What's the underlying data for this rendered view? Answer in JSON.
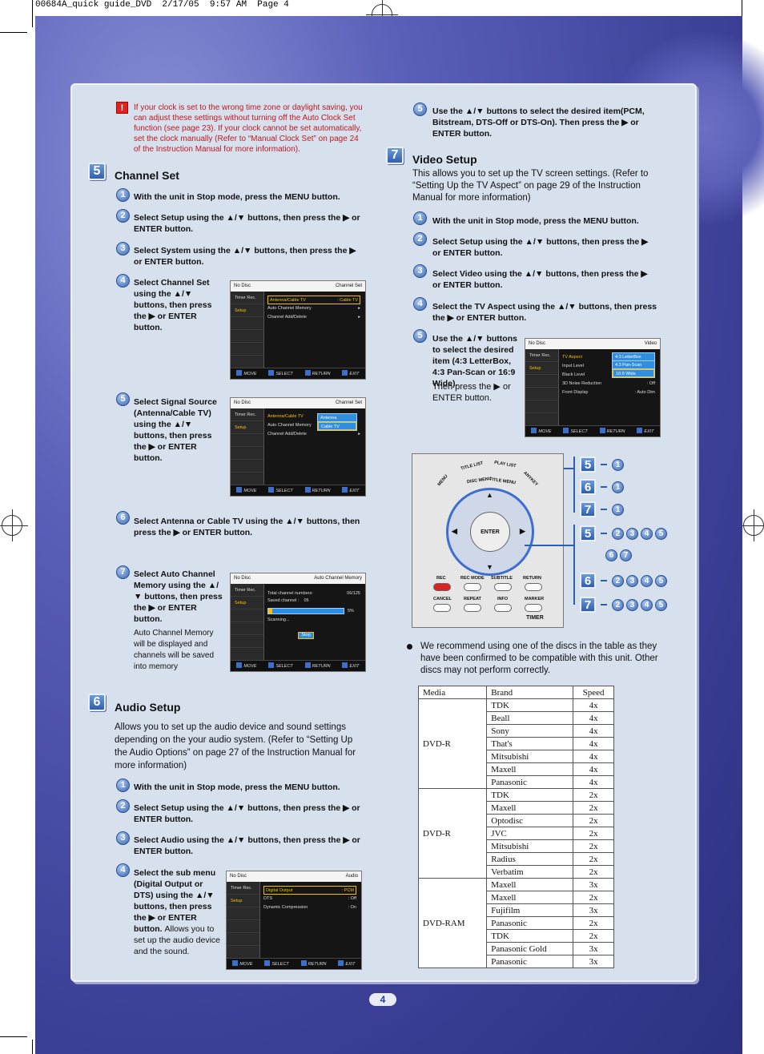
{
  "slug": "00684A_quick guide_DVD  2/17/05  9:57 AM  Page 4",
  "page_number": "4",
  "note": "If your clock is set to the wrong time zone or daylight saving, you can adjust these settings without turning off the Auto Clock Set function (see page 23). If your clock cannot be set automatically, set the clock manually (Refer to “Manual Clock Set” on page 24 of the Instruction Manual for more information).",
  "channel_set": {
    "num": "5",
    "title": "Channel Set",
    "steps": [
      {
        "n": "1",
        "text": "With the unit in Stop mode, press the MENU button."
      },
      {
        "n": "2",
        "text": "Select Setup using the ▲/▼ buttons, then press the ▶ or ENTER button."
      },
      {
        "n": "3",
        "text": "Select System using the ▲/▼ buttons, then press the ▶ or ENTER button."
      },
      {
        "n": "4",
        "text": "Select Channel Set using the ▲/▼ buttons, then press the ▶ or ENTER button."
      },
      {
        "n": "5",
        "text": "Select Signal Source (Antenna/Cable TV) using the ▲/▼ buttons, then press the ▶ or ENTER button."
      },
      {
        "n": "6",
        "text": "Select Antenna or Cable TV using the ▲/▼ buttons, then press the ▶ or ENTER button."
      },
      {
        "n": "7",
        "text": "Select Auto Channel Memory using the ▲/▼ buttons, then press the ▶ or ENTER button."
      }
    ],
    "auto_note": "Auto Channel Memory will be displayed and channels will be saved into memory"
  },
  "audio_setup": {
    "num": "6",
    "title": "Audio Setup",
    "intro": "Allows you to set up the audio device and sound settings depending on the your audio system. (Refer to “Setting Up the Audio Options” on page 27 of the Instruction Manual for more information)",
    "steps": [
      {
        "n": "1",
        "text": "With the unit in Stop mode, press the MENU button."
      },
      {
        "n": "2",
        "text": "Select Setup using the ▲/▼ buttons, then press the ▶ or ENTER button."
      },
      {
        "n": "3",
        "text": "Select Audio using the ▲/▼ buttons, then press the ▶ or ENTER button."
      },
      {
        "n": "4",
        "text": "Select the sub menu (Digital Output or DTS) using the ▲/▼ buttons, then press the ▶ or ENTER button."
      }
    ],
    "step4_tail": "Allows you to set up the audio device and the sound.",
    "step5": {
      "n": "5",
      "text": "Use the ▲/▼ buttons to select the desired item(PCM, Bitstream, DTS-Off or DTS-On). Then press the ▶ or ENTER button."
    }
  },
  "video_setup": {
    "num": "7",
    "title": "Video Setup",
    "intro": "This allows you to set up the TV screen settings. (Refer to “Setting Up the TV Aspect” on page 29 of the Instruction Manual for more information)",
    "steps": [
      {
        "n": "1",
        "text": "With the unit in Stop mode, press the MENU button."
      },
      {
        "n": "2",
        "text": "Select Setup using the ▲/▼ buttons, then press the ▶ or ENTER button."
      },
      {
        "n": "3",
        "text": "Select Video using the ▲/▼ buttons, then press the ▶ or ENTER button."
      },
      {
        "n": "4",
        "text": "Select the TV Aspect using the ▲/▼ buttons, then press the ▶ or ENTER button."
      },
      {
        "n": "5",
        "text": "Use the ▲/▼ buttons to select the desired item (4:3 LetterBox, 4:3 Pan-Scan or 16:9 Wide)."
      }
    ],
    "step5_tail": "Then press the ▶ or ENTER button."
  },
  "osd_common": {
    "no_disc": "No Disc",
    "timer": "Timer Rec.",
    "setup": "Setup",
    "move": "MOVE",
    "select": "SELECT",
    "return": "RETURN",
    "exit": "EXIT"
  },
  "osd_channel1": {
    "title": "Channel Set",
    "rows": [
      "Antenna/Cable TV",
      "Auto Channel Memory",
      "Channel Add/Delete"
    ],
    "value": ": Cable TV"
  },
  "osd_channel2": {
    "title": "Channel Set",
    "rows": [
      "Antenna/Cable TV",
      "Auto Channel Memory",
      "Channel Add/Delete"
    ],
    "options": [
      "Antenna",
      "Cable TV"
    ]
  },
  "osd_auto": {
    "title": "Auto Channel Memory",
    "total": "Total channel numbers:",
    "total_val": "06/125",
    "saved": "Saved channel :",
    "saved_val": "05",
    "percent": "5%",
    "percent_value": 5,
    "scanning": "Scanning...",
    "stop": "Stop"
  },
  "osd_audio": {
    "title": "Audio",
    "rows": [
      "Digital Output",
      "DTS",
      "Dynamic Compression"
    ],
    "values": [
      ": PCM",
      ": Off",
      ": On"
    ]
  },
  "osd_video": {
    "title": "Video",
    "rows": [
      "TV Aspect",
      "Input Level",
      "Black Level",
      "3D Noise Reduction",
      "Front Display"
    ],
    "values": [
      "",
      "",
      "",
      ": Off",
      ": Auto Dim"
    ],
    "options": [
      "4:3 LetterBox",
      "4:3 Pan-Scan",
      "16:9 Wide"
    ]
  },
  "remote": {
    "title_list": "TITLE LIST",
    "play_list": "PLAY LIST",
    "menu": "MENU",
    "disc_menu": "DISC MENU",
    "title_menu": "TITLE MENU",
    "anykey": "ANYKEY",
    "enter": "ENTER",
    "rec": "REC",
    "rec_mode": "REC MODE",
    "subtitle": "SUBTITLE",
    "return": "RETURN",
    "cancel": "CANCEL",
    "repeat": "REPEAT",
    "info": "INFO",
    "marker": "MARKER",
    "timer": "TIMER"
  },
  "sequences": [
    {
      "big": "5",
      "steps": [
        "1"
      ]
    },
    {
      "big": "6",
      "steps": [
        "1"
      ]
    },
    {
      "big": "7",
      "steps": [
        "1"
      ]
    },
    {
      "big": "5",
      "steps": [
        "2",
        "3",
        "4",
        "5"
      ]
    },
    {
      "big": "",
      "steps": [
        "6",
        "7"
      ]
    },
    {
      "big": "6",
      "steps": [
        "2",
        "3",
        "4",
        "5"
      ]
    },
    {
      "big": "7",
      "steps": [
        "2",
        "3",
        "4",
        "5"
      ]
    }
  ],
  "recommend": "We recommend using one of the discs in the table as they have been confirmed to be compatible with this unit. Other discs may not perform correctly.",
  "disc_table": {
    "headers": [
      "Media",
      "Brand",
      "Speed"
    ],
    "groups": [
      {
        "media": "DVD-R",
        "rows": [
          [
            "TDK",
            "4x"
          ],
          [
            "Beall",
            "4x"
          ],
          [
            "Sony",
            "4x"
          ],
          [
            "That's",
            "4x"
          ],
          [
            "Mitsubishi",
            "4x"
          ],
          [
            "Maxell",
            "4x"
          ],
          [
            "Panasonic",
            "4x"
          ]
        ]
      },
      {
        "media": "DVD-R",
        "rows": [
          [
            "TDK",
            "2x"
          ],
          [
            "Maxell",
            "2x"
          ],
          [
            "Optodisc",
            "2x"
          ],
          [
            "JVC",
            "2x"
          ],
          [
            "Mitsubishi",
            "2x"
          ],
          [
            "Radius",
            "2x"
          ],
          [
            "Verbatim",
            "2x"
          ]
        ]
      },
      {
        "media": "DVD-RAM",
        "rows": [
          [
            "Maxell",
            "3x"
          ],
          [
            "Maxell",
            "2x"
          ],
          [
            "Fujifilm",
            "3x"
          ],
          [
            "Panasonic",
            "2x"
          ],
          [
            "TDK",
            "2x"
          ],
          [
            "Panasonic Gold",
            "3x"
          ],
          [
            "Panasonic",
            "3x"
          ]
        ]
      }
    ]
  }
}
